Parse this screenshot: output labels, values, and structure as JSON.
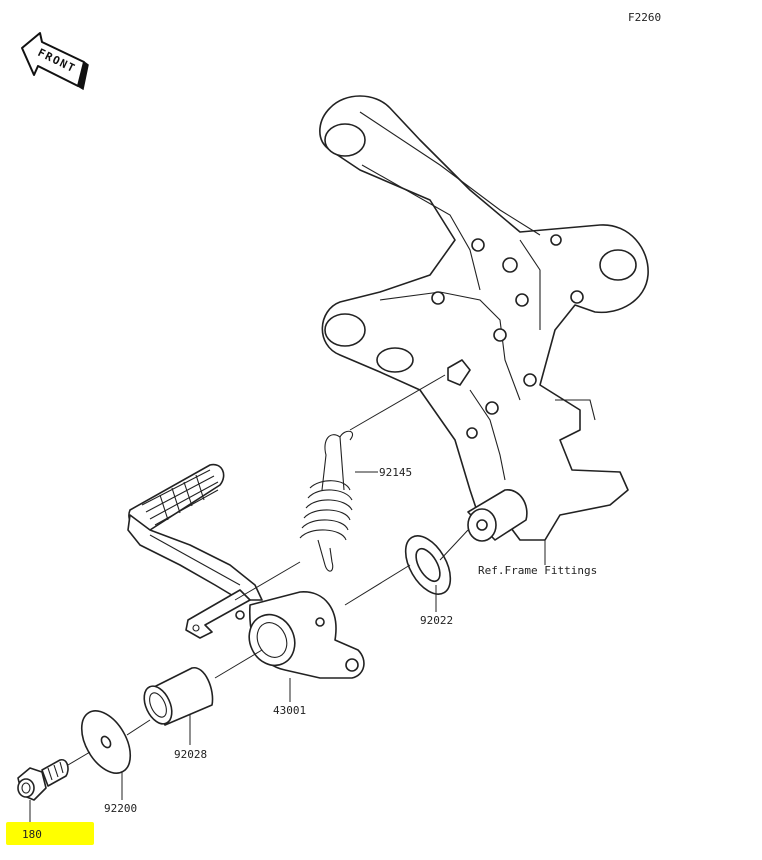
{
  "diagram": {
    "code": "F2260",
    "front_label": "FRONT",
    "colors": {
      "highlight": "#ffff00",
      "ink": "#222222"
    },
    "parts": [
      {
        "id": "92145",
        "label": "92145"
      },
      {
        "id": "92022",
        "label": "92022"
      },
      {
        "id": "43001",
        "label": "43001"
      },
      {
        "id": "92028",
        "label": "92028"
      },
      {
        "id": "92200",
        "label": "92200"
      },
      {
        "id": "180",
        "label": "180",
        "highlighted": true
      }
    ],
    "reference": "Ref.Frame Fittings"
  }
}
